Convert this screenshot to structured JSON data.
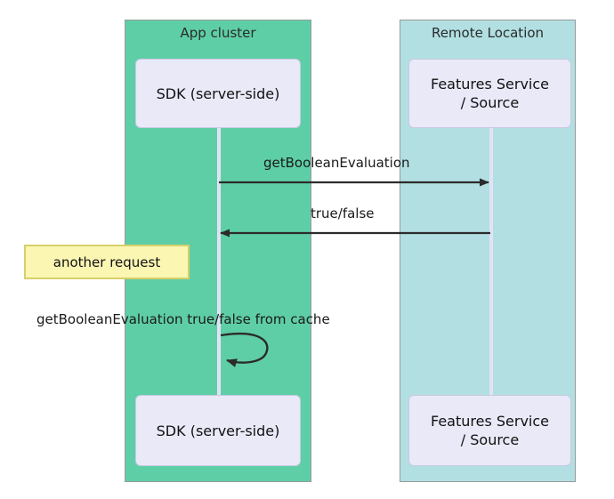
{
  "diagram": {
    "type": "sequence-diagram",
    "title": "",
    "background_color": "#ffffff",
    "groups": [
      {
        "id": "app-cluster",
        "label": "App cluster",
        "color": "#5ECEA6",
        "border_color": "#9a9a9a"
      },
      {
        "id": "remote-location",
        "label": "Remote Location",
        "color": "#B1DFE2",
        "border_color": "#9a9a9a"
      }
    ],
    "participants": [
      {
        "id": "sdk",
        "label": "SDK (server-side)",
        "group": "app-cluster",
        "color": "#E9E9F8"
      },
      {
        "id": "features-service",
        "label": "Features Service\n/ Source",
        "group": "remote-location",
        "color": "#E9E9F8"
      }
    ],
    "lifeline_color": "#E3E2F5",
    "messages": [
      {
        "id": "msg-request",
        "label": "getBooleanEvaluation",
        "from": "sdk",
        "to": "features-service",
        "direction": "right",
        "style": "solid",
        "color": "#2b2b2b"
      },
      {
        "id": "msg-response",
        "label": "true/false",
        "from": "features-service",
        "to": "sdk",
        "direction": "left",
        "style": "solid",
        "color": "#2b2b2b"
      },
      {
        "id": "msg-self-cache",
        "label": "getBooleanEvaluation true/false from cache",
        "from": "sdk",
        "to": "sdk",
        "direction": "self-loop",
        "style": "solid",
        "color": "#2b2b2b"
      }
    ],
    "notes": [
      {
        "id": "note-another-request",
        "label": "another request",
        "fill": "#FBF6B2",
        "border": "#D8CF6C"
      }
    ]
  }
}
